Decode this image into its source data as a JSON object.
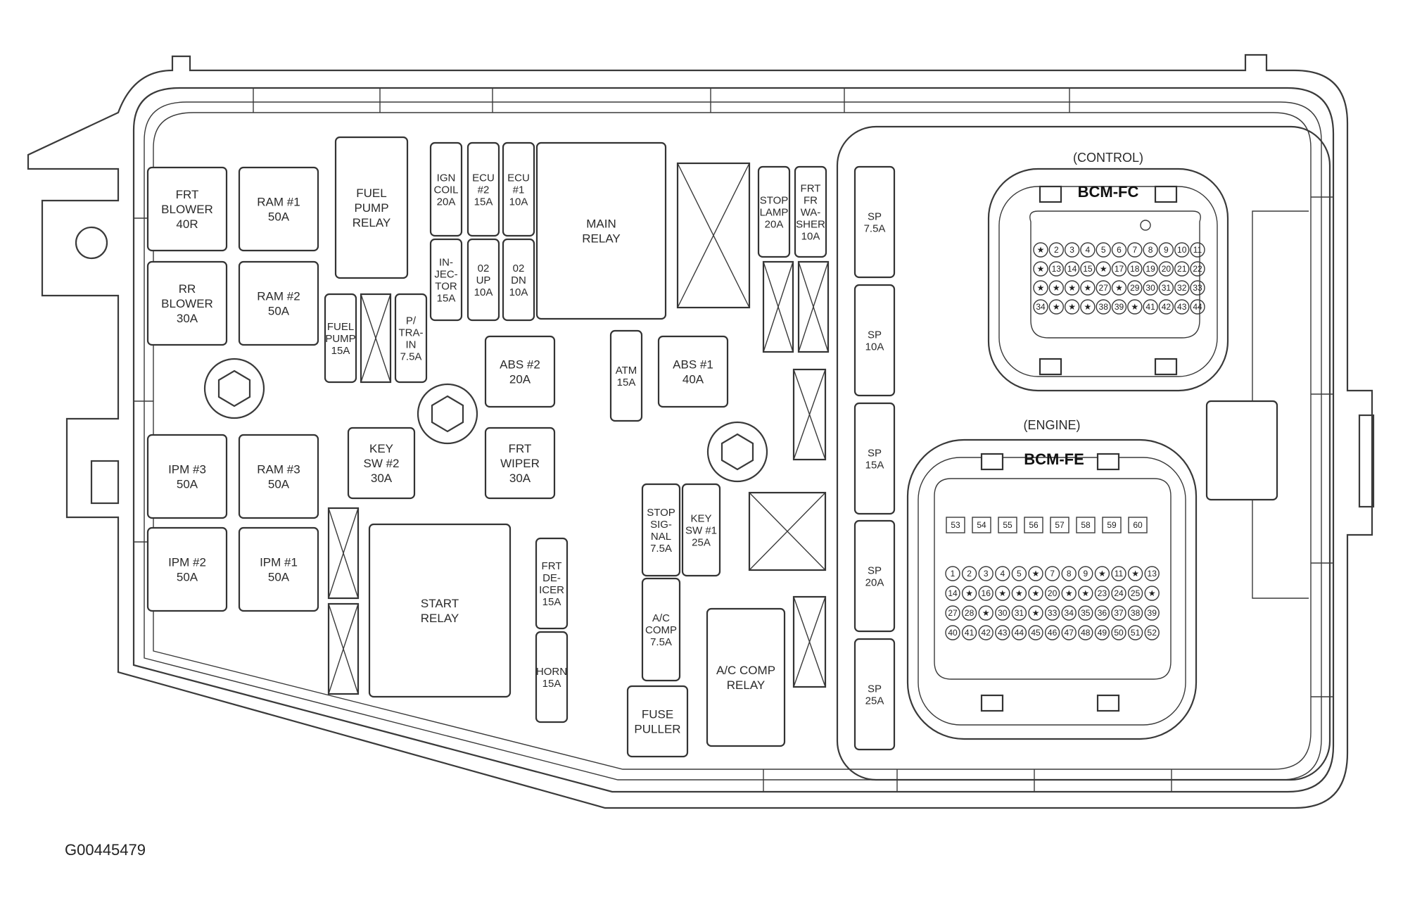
{
  "figure_id": "G00445479",
  "fuses": [
    {
      "id": "frt-blower",
      "lines": [
        "FRT",
        "BLOWER",
        "40R"
      ]
    },
    {
      "id": "ram-1",
      "lines": [
        "RAM #1",
        "50A"
      ]
    },
    {
      "id": "fuel-pump-relay",
      "lines": [
        "FUEL",
        "PUMP",
        "RELAY"
      ]
    },
    {
      "id": "ign-coil",
      "lines": [
        "IGN",
        "COIL",
        "20A"
      ]
    },
    {
      "id": "ecu-2",
      "lines": [
        "ECU",
        "#2",
        "15A"
      ]
    },
    {
      "id": "ecu-1",
      "lines": [
        "ECU",
        "#1",
        "10A"
      ]
    },
    {
      "id": "main-relay",
      "lines": [
        "MAIN",
        "RELAY"
      ]
    },
    {
      "id": "stop-lamp",
      "lines": [
        "STOP",
        "LAMP",
        "20A"
      ]
    },
    {
      "id": "frt-fr-washer",
      "lines": [
        "FRT",
        "FR",
        "WA-",
        "SHER",
        "10A"
      ]
    },
    {
      "id": "rr-blower",
      "lines": [
        "RR",
        "BLOWER",
        "30A"
      ]
    },
    {
      "id": "ram-2",
      "lines": [
        "RAM #2",
        "50A"
      ]
    },
    {
      "id": "injector",
      "lines": [
        "IN-",
        "JEC-",
        "TOR",
        "15A"
      ]
    },
    {
      "id": "o2-up",
      "lines": [
        "02",
        "UP",
        "10A"
      ]
    },
    {
      "id": "o2-dn",
      "lines": [
        "02",
        "DN",
        "10A"
      ]
    },
    {
      "id": "fuel-pump",
      "lines": [
        "FUEL",
        "PUMP",
        "15A"
      ]
    },
    {
      "id": "p-train",
      "lines": [
        "P/",
        "TRA-",
        "IN",
        "7.5A"
      ]
    },
    {
      "id": "abs-2",
      "lines": [
        "ABS #2",
        "20A"
      ]
    },
    {
      "id": "atm",
      "lines": [
        "ATM",
        "15A"
      ]
    },
    {
      "id": "abs-1",
      "lines": [
        "ABS #1",
        "40A"
      ]
    },
    {
      "id": "ipm-3",
      "lines": [
        "IPM #3",
        "50A"
      ]
    },
    {
      "id": "ram-3",
      "lines": [
        "RAM #3",
        "50A"
      ]
    },
    {
      "id": "key-sw-2",
      "lines": [
        "KEY",
        "SW #2",
        "30A"
      ]
    },
    {
      "id": "frt-wiper",
      "lines": [
        "FRT",
        "WIPER",
        "30A"
      ]
    },
    {
      "id": "ipm-2",
      "lines": [
        "IPM #2",
        "50A"
      ]
    },
    {
      "id": "ipm-1",
      "lines": [
        "IPM #1",
        "50A"
      ]
    },
    {
      "id": "start-relay",
      "lines": [
        "START",
        "RELAY"
      ]
    },
    {
      "id": "frt-deicer",
      "lines": [
        "FRT",
        "DE-",
        "ICER",
        "15A"
      ]
    },
    {
      "id": "horn",
      "lines": [
        "HORN",
        "15A"
      ]
    },
    {
      "id": "stop-signal",
      "lines": [
        "STOP",
        "SIG-",
        "NAL",
        "7.5A"
      ]
    },
    {
      "id": "key-sw-1",
      "lines": [
        "KEY",
        "SW #1",
        "25A"
      ]
    },
    {
      "id": "ac-comp",
      "lines": [
        "A/C",
        "COMP",
        "7.5A"
      ]
    },
    {
      "id": "ac-comp-relay",
      "lines": [
        "A/C COMP",
        "RELAY"
      ]
    },
    {
      "id": "fuse-puller",
      "lines": [
        "FUSE",
        "PULLER"
      ]
    },
    {
      "id": "sp-7-5a",
      "lines": [
        "SP",
        "7.5A"
      ]
    },
    {
      "id": "sp-10a",
      "lines": [
        "SP",
        "10A"
      ]
    },
    {
      "id": "sp-15a",
      "lines": [
        "SP",
        "15A"
      ]
    },
    {
      "id": "sp-20a",
      "lines": [
        "SP",
        "20A"
      ]
    },
    {
      "id": "sp-25a",
      "lines": [
        "SP",
        "25A"
      ]
    }
  ],
  "connectors": {
    "control": {
      "caption": "(CONTROL)",
      "name": "BCM-FC",
      "rows": [
        [
          "★",
          "2",
          "3",
          "4",
          "5",
          "6",
          "7",
          "8",
          "9",
          "10",
          "11"
        ],
        [
          "★",
          "13",
          "14",
          "15",
          "★",
          "17",
          "18",
          "19",
          "20",
          "21",
          "22"
        ],
        [
          "★",
          "★",
          "★",
          "★",
          "27",
          "★",
          "29",
          "30",
          "31",
          "32",
          "33"
        ],
        [
          "34",
          "★",
          "★",
          "★",
          "38",
          "39",
          "★",
          "41",
          "42",
          "43",
          "44"
        ]
      ]
    },
    "engine": {
      "caption": "(ENGINE)",
      "name": "BCM-FE",
      "top_row": [
        "53",
        "54",
        "55",
        "56",
        "57",
        "58",
        "59",
        "60"
      ],
      "rows": [
        [
          "1",
          "2",
          "3",
          "4",
          "5",
          "★",
          "7",
          "8",
          "9",
          "★",
          "11",
          "★",
          "13"
        ],
        [
          "14",
          "★",
          "16",
          "★",
          "★",
          "★",
          "20",
          "★",
          "★",
          "23",
          "24",
          "25",
          "★"
        ],
        [
          "27",
          "28",
          "★",
          "30",
          "31",
          "★",
          "33",
          "34",
          "35",
          "36",
          "37",
          "38",
          "39"
        ],
        [
          "40",
          "41",
          "42",
          "43",
          "44",
          "45",
          "46",
          "47",
          "48",
          "49",
          "50",
          "51",
          "52"
        ]
      ]
    }
  }
}
